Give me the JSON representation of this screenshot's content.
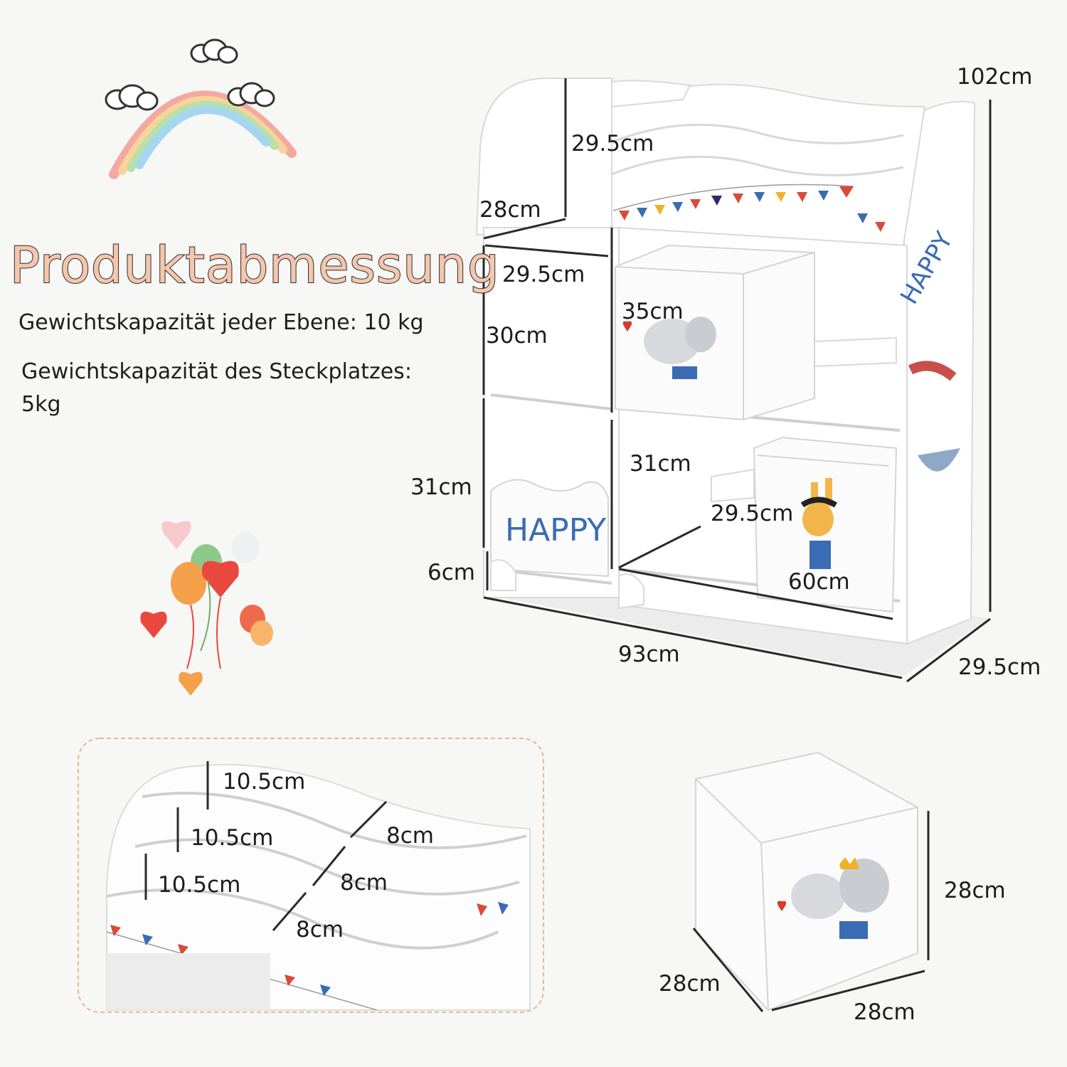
{
  "heading": "Produktabmessung",
  "capacity": {
    "level": "Gewichtskapazität jeder Ebene: 10 kg",
    "slot_line1": "Gewichtskapazität des Steckplatzes:",
    "slot_line2": "5kg"
  },
  "shelf_dimensions": {
    "height_total": "102cm",
    "top_section_height": "29.5cm",
    "top_section_depth": "28cm",
    "cube_width": "29.5cm",
    "cube_upper_height": "30cm",
    "bin_height": "35cm",
    "cube_lower_height": "31cm",
    "cube_lower_height_right": "31cm",
    "lower_depth": "29.5cm",
    "foot_height": "6cm",
    "inner_width": "60cm",
    "total_width": "93cm",
    "total_depth": "29.5cm"
  },
  "rack_detail": {
    "gap1": "10.5cm",
    "gap2": "10.5cm",
    "gap3": "10.5cm",
    "depth1": "8cm",
    "depth2": "8cm",
    "depth3": "8cm"
  },
  "storage_box": {
    "height": "28cm",
    "depth": "28cm",
    "width": "28cm"
  },
  "prints": {
    "happy_side": "HAPPY",
    "happy_box": "HAPPY"
  }
}
